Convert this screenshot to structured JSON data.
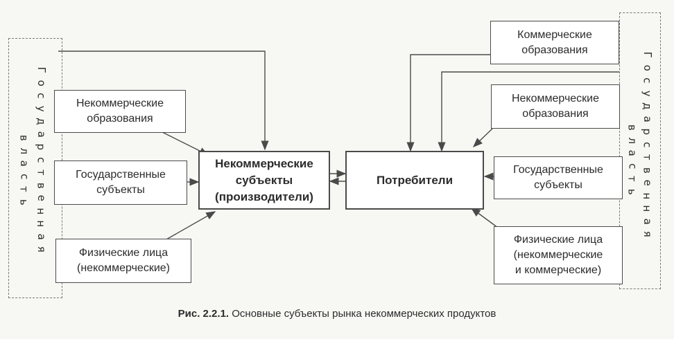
{
  "left_gov": {
    "line1": "Государственная",
    "line2": "власть"
  },
  "right_gov": {
    "line1": "Государственная",
    "line2": "власть"
  },
  "left_boxes": {
    "noncommercial_orgs": "Некоммерческие\nобразования",
    "state_subjects": "Государственные\nсубъекты",
    "individuals": "Физические лица\n(некоммерческие)"
  },
  "center": {
    "producers": "Некоммерческие\nсубъекты\n(производители)",
    "consumers": "Потребители"
  },
  "right_boxes": {
    "commercial_orgs": "Коммерческие\nобразования",
    "noncommercial_orgs": "Некоммерческие\nобразования",
    "state_subjects": "Государственные\nсубъекты",
    "individuals": "Физические лица\n(некоммерческие\nи коммерческие)"
  },
  "caption": {
    "label": "Рис. 2.2.1.",
    "text": "Основные субъекты рынка некоммерческих продуктов"
  }
}
